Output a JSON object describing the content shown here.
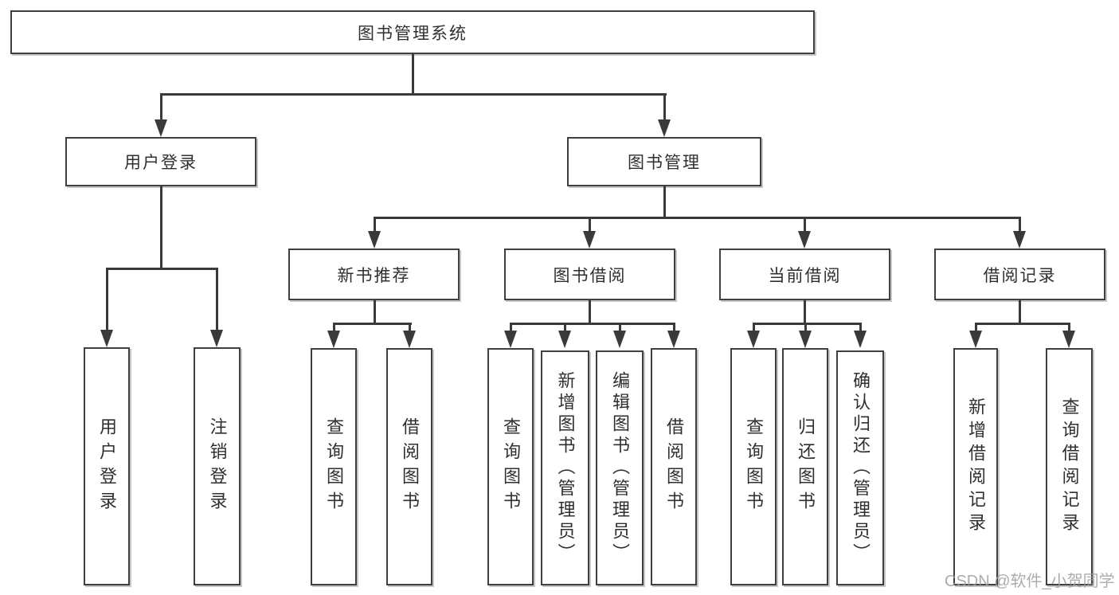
{
  "colors": {
    "line": "#3a3a3a",
    "box_border": "#3f3f3f",
    "text": "#2f2f2f",
    "watermark": "#9e9e9e"
  },
  "nodes": {
    "root": "图书管理系统",
    "user_login": "用户登录",
    "book_mgmt": "图书管理",
    "new_book_rec": "新书推荐",
    "book_borrow": "图书借阅",
    "current_borrow": "当前借阅",
    "borrow_records": "借阅记录",
    "leaf_user_login": "用户登录",
    "leaf_logout": "注销登录",
    "leaf_rec_query": "查询图书",
    "leaf_rec_borrow": "借阅图书",
    "leaf_bb_query": "查询图书",
    "leaf_bb_add": "新增图书（管理员）",
    "leaf_bb_edit": "编辑图书（管理员）",
    "leaf_bb_borrow": "借阅图书",
    "leaf_cb_query": "查询图书",
    "leaf_cb_return": "归还图书",
    "leaf_cb_confirm": "确认归还（管理员）",
    "leaf_br_add": "新增借阅记录",
    "leaf_br_query": "查询借阅记录"
  },
  "watermark": "CSDN @软件_小贺同学"
}
